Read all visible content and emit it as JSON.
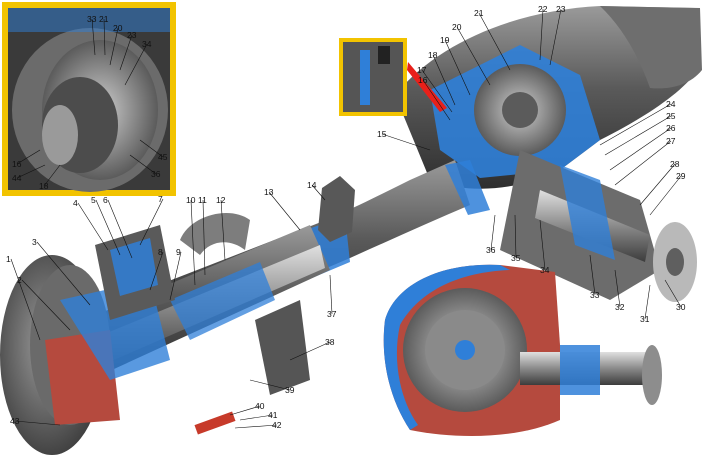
{
  "figure": {
    "callouts": [
      "1",
      "2",
      "3",
      "4",
      "5",
      "6",
      "7",
      "8",
      "9",
      "10",
      "11",
      "12",
      "13",
      "14",
      "15",
      "16",
      "17",
      "18",
      "19",
      "20",
      "21",
      "22",
      "23",
      "24",
      "25",
      "26",
      "27",
      "28",
      "29",
      "30",
      "31",
      "32",
      "33",
      "34",
      "35",
      "36",
      "37",
      "38",
      "39",
      "40",
      "41",
      "42",
      "43",
      "44",
      "45"
    ],
    "inset_callouts": [
      "33",
      "21",
      "20",
      "23",
      "34",
      "16",
      "44",
      "18",
      "36",
      "45"
    ]
  },
  "colors": {
    "cutaway_blue": "#2f7fd8",
    "casing_red": "#b54a3e",
    "inset_frame": "#f2c300",
    "inset_connector": "#e8201a",
    "metal_dark": "#4a4a4a",
    "metal_mid": "#7d7d7d",
    "metal_light": "#bdbdbd"
  }
}
